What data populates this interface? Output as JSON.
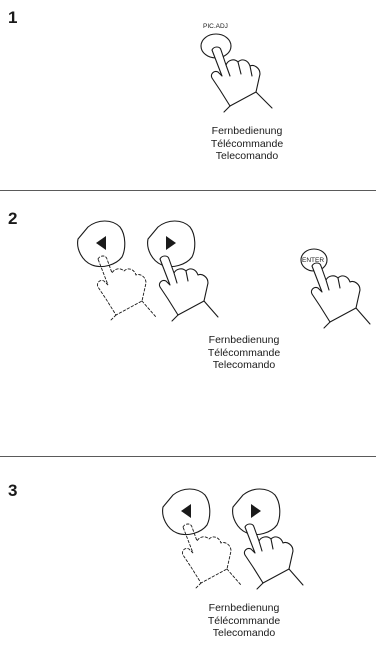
{
  "steps": [
    {
      "number": "1",
      "button_label": "PIC.ADJ",
      "caption": [
        "Fernbedienung",
        "Télécommande",
        "Telecomando"
      ]
    },
    {
      "number": "2",
      "button_label": "ENTER",
      "caption": [
        "Fernbedienung",
        "Télécommande",
        "Telecomando"
      ]
    },
    {
      "number": "3",
      "caption": [
        "Fernbedienung",
        "Télécommande",
        "Telecomando"
      ]
    }
  ],
  "icons": [
    "left-arrow-button-icon",
    "right-arrow-button-icon",
    "pointing-hand-icon"
  ]
}
